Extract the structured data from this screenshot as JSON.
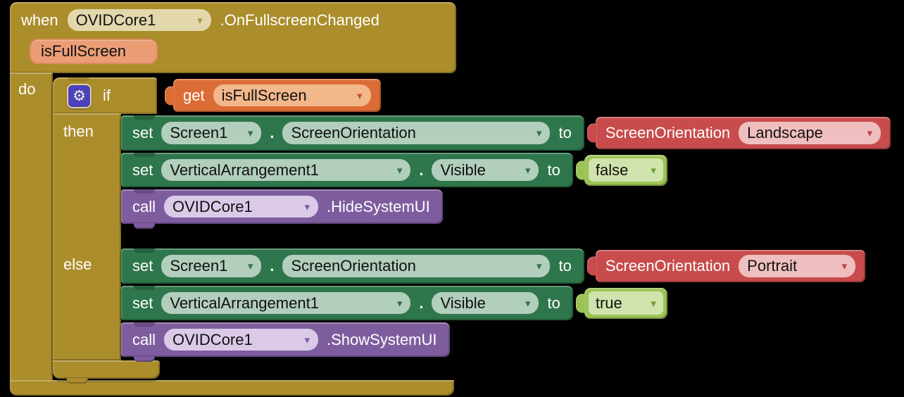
{
  "icons": {
    "dropdown_arrow": "▾",
    "gear": "⚙"
  },
  "colors": {
    "event_gold": "#AB8D2B",
    "setter_green": "#2E764B",
    "helper_red": "#C84C4C",
    "call_purple": "#7E5D9F",
    "getter_orange": "#DC6C35",
    "boolean_lime": "#9CC355",
    "parameter_salmon": "#EB9D76",
    "mutator_indigo": "#4B41BB",
    "workspace_background": "#000000"
  },
  "event_block": {
    "keyword": "when",
    "component": "OVIDCore1",
    "event_name": ".OnFullscreenChanged",
    "parameter": "isFullScreen",
    "do_label": "do"
  },
  "if_block": {
    "if_label": "if",
    "then_label": "then",
    "else_label": "else"
  },
  "condition": {
    "keyword": "get",
    "variable": "isFullScreen"
  },
  "then_statements": [
    {
      "kind": "set",
      "keyword": "set",
      "component": "Screen1",
      "separator": ".",
      "property": "ScreenOrientation",
      "to_label": "to",
      "value": {
        "label": "ScreenOrientation",
        "selected": "Landscape"
      }
    },
    {
      "kind": "set",
      "keyword": "set",
      "component": "VerticalArrangement1",
      "separator": ".",
      "property": "Visible",
      "to_label": "to",
      "value": {
        "selected": "false"
      }
    },
    {
      "kind": "call",
      "keyword": "call",
      "component": "OVIDCore1",
      "method": ".HideSystemUI"
    }
  ],
  "else_statements": [
    {
      "kind": "set",
      "keyword": "set",
      "component": "Screen1",
      "separator": ".",
      "property": "ScreenOrientation",
      "to_label": "to",
      "value": {
        "label": "ScreenOrientation",
        "selected": "Portrait"
      }
    },
    {
      "kind": "set",
      "keyword": "set",
      "component": "VerticalArrangement1",
      "separator": ".",
      "property": "Visible",
      "to_label": "to",
      "value": {
        "selected": "true"
      }
    },
    {
      "kind": "call",
      "keyword": "call",
      "component": "OVIDCore1",
      "method": ".ShowSystemUI"
    }
  ]
}
